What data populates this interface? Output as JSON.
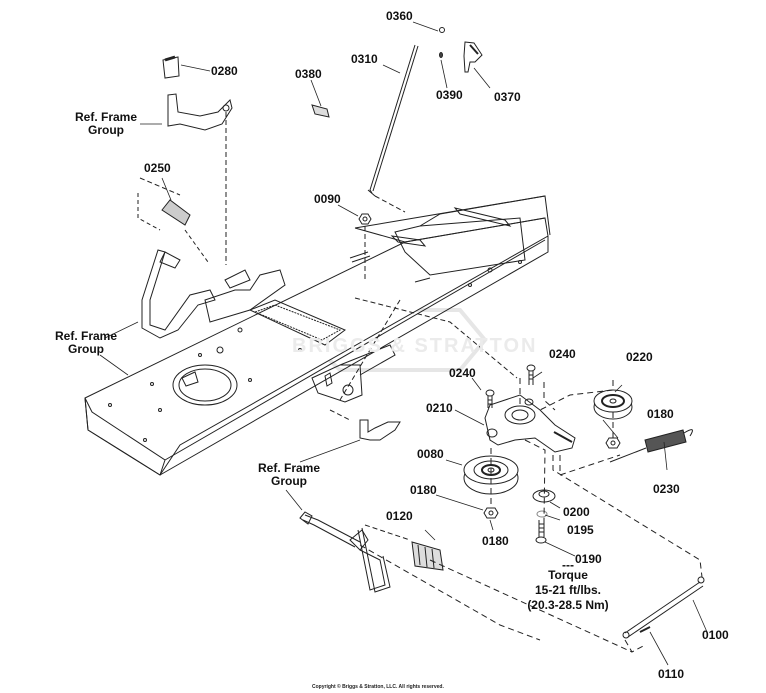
{
  "diagram": {
    "watermark": "BRIGGS & STRATTON",
    "copyright": "Copyright © Briggs & Stratton, LLC. All rights reserved.",
    "ref_labels": [
      {
        "line1": "Ref. Frame",
        "line2": "Group"
      },
      {
        "line1": "Ref. Frame",
        "line2": "Group"
      },
      {
        "line1": "Ref. Frame",
        "line2": "Group"
      }
    ],
    "parts": {
      "p0360": "0360",
      "p0310": "0310",
      "p0380": "0380",
      "p0280": "0280",
      "p0390": "0390",
      "p0370": "0370",
      "p0250": "0250",
      "p0090": "0090",
      "p0240a": "0240",
      "p0240b": "0240",
      "p0220": "0220",
      "p0210": "0210",
      "p0180a": "0180",
      "p0080": "0080",
      "p0230": "0230",
      "p0180b": "0180",
      "p0200": "0200",
      "p0195": "0195",
      "p0120": "0120",
      "p0180c": "0180",
      "p0190": "0190",
      "p0100": "0100",
      "p0110": "0110"
    },
    "torque_note": {
      "separator": "---",
      "title": "Torque",
      "imperial": "15-21 ft/lbs.",
      "metric": "(20.3-28.5 Nm)"
    }
  }
}
